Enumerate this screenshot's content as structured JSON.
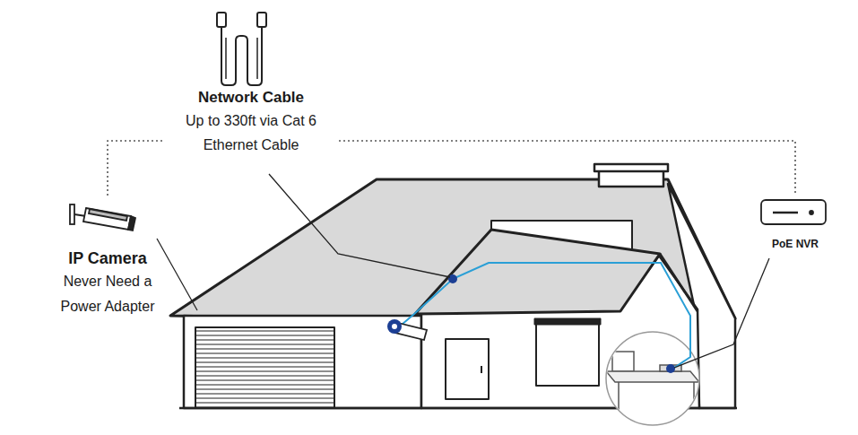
{
  "diagram": {
    "nodes": [
      {
        "text": [
          "Network Cable",
          "Up to 330ft via Cat 6 Ethernet Cable"
        ]
      },
      {
        "text": [
          "IP Camera",
          "Never Need a Power Adapter"
        ]
      },
      {
        "text": [
          "PoE NVR"
        ]
      }
    ],
    "edges": [
      {
        "from": 1,
        "to": 0,
        "arrow": "none"
      },
      {
        "from": 0,
        "to": 2,
        "arrow": "none"
      }
    ]
  }
}
